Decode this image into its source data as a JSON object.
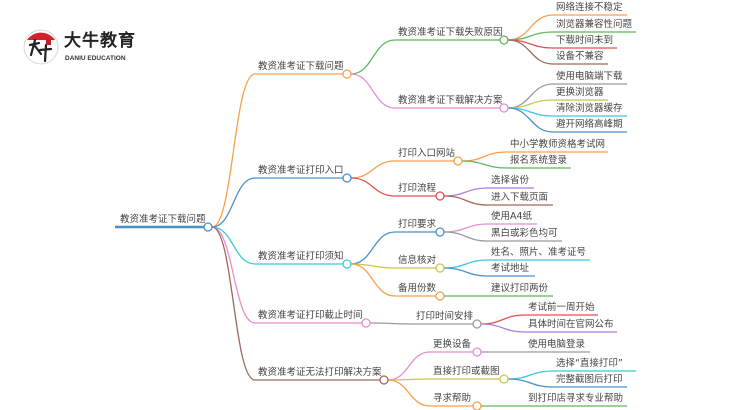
{
  "logo": {
    "name_cn": "大牛教育",
    "name_en": "DANIU EDUCATION",
    "mark_text": "大牛"
  },
  "root": {
    "label": "教资准考证下载问题",
    "children": [
      {
        "label": "教资准考证下载问题",
        "children": [
          {
            "label": "教资准考证下载失败原因",
            "children": [
              {
                "label": "网络连接不稳定"
              },
              {
                "label": "浏览器兼容性问题"
              },
              {
                "label": "下载时间未到"
              },
              {
                "label": "设备不兼容"
              }
            ]
          },
          {
            "label": "教资准考证下载解决方案",
            "children": [
              {
                "label": "使用电脑端下载"
              },
              {
                "label": "更换浏览器"
              },
              {
                "label": "清除浏览器缓存"
              },
              {
                "label": "避开网络高峰期"
              }
            ]
          }
        ]
      },
      {
        "label": "教资准考证打印入口",
        "children": [
          {
            "label": "打印入口网站",
            "children": [
              {
                "label": "中小学教师资格考试网"
              },
              {
                "label": "报名系统登录"
              }
            ]
          },
          {
            "label": "打印流程",
            "children": [
              {
                "label": "选择省份"
              },
              {
                "label": "进入下载页面"
              }
            ]
          }
        ]
      },
      {
        "label": "教资准考证打印须知",
        "children": [
          {
            "label": "打印要求",
            "children": [
              {
                "label": "使用A4纸"
              },
              {
                "label": "黑白或彩色均可"
              }
            ]
          },
          {
            "label": "信息核对",
            "children": [
              {
                "label": "姓名、照片、准考证号"
              },
              {
                "label": "考试地址"
              }
            ]
          },
          {
            "label": "备用份数",
            "children": [
              {
                "label": "建议打印两份"
              }
            ]
          }
        ]
      },
      {
        "label": "教资准考证打印截止时间",
        "children": [
          {
            "label": "打印时间安排",
            "children": [
              {
                "label": "考试前一周开始"
              },
              {
                "label": "具体时间在官网公布"
              }
            ]
          }
        ]
      },
      {
        "label": "教资准考证无法打印解决方案",
        "children": [
          {
            "label": "更换设备",
            "children": [
              {
                "label": "使用电脑登录"
              }
            ]
          },
          {
            "label": "直接打印或截图",
            "children": [
              {
                "label": "选择“直接打印”"
              },
              {
                "label": "完整截图后打印"
              }
            ]
          },
          {
            "label": "寻求帮助",
            "children": [
              {
                "label": "到打印店寻求专业帮助"
              }
            ]
          }
        ]
      }
    ]
  },
  "colors": {
    "orange": "#f5a04c",
    "blue": "#4a90c8",
    "cyan": "#3cc8dc",
    "pink": "#e88cd2",
    "brown": "#9a6a5c",
    "green": "#5cb85c",
    "red": "#e05252",
    "gray": "#9a9a9a",
    "olive": "#c8c84e",
    "purple": "#b07ed8"
  }
}
